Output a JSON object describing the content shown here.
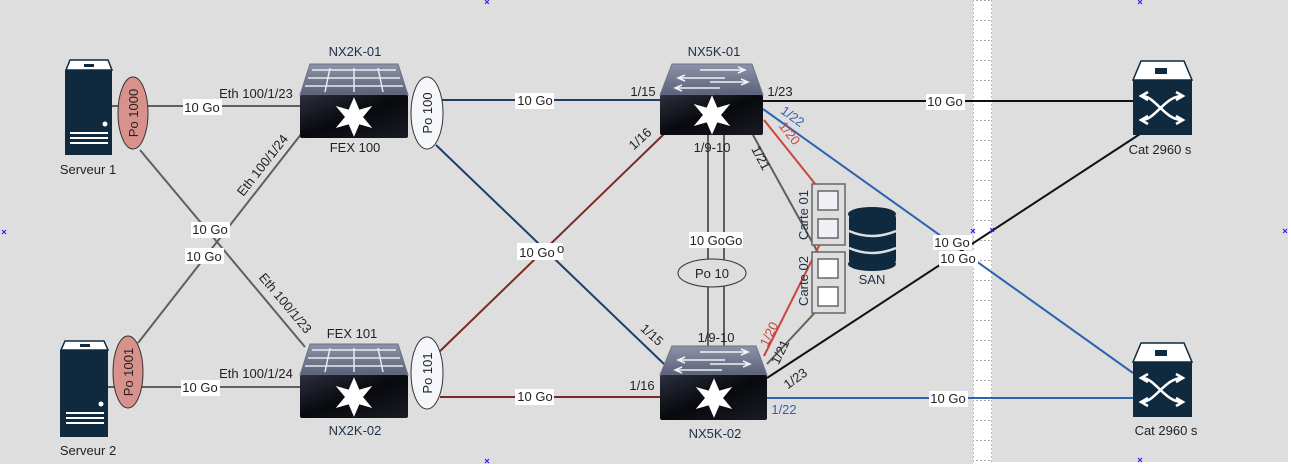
{
  "colors": {
    "page_bg": "#dedede",
    "gray_link": "#5f5f5f",
    "navy_link": "#1f3d6b",
    "darkred_link": "#7a2a22",
    "blue_link": "#2e63b0",
    "red_link": "#c8463a",
    "black_link": "#111111",
    "portchannel_server": "#d9928b",
    "device_dark": "#0f2a3f"
  },
  "devices": {
    "server1": {
      "label": "Serveur 1",
      "icon": "server-icon"
    },
    "server2": {
      "label": "Serveur 2",
      "icon": "server-icon"
    },
    "nx2k01": {
      "name": "NX2K-01",
      "fex": "FEX 100",
      "icon": "fabric-extender-icon"
    },
    "nx2k02": {
      "name": "NX2K-02",
      "fex": "FEX 101",
      "icon": "fabric-extender-icon"
    },
    "nx5k01": {
      "name": "NX5K-01",
      "icon": "nexus-switch-icon"
    },
    "nx5k02": {
      "name": "NX5K-02",
      "icon": "nexus-switch-icon"
    },
    "cat1": {
      "label": "Cat 2960 s",
      "icon": "catalyst-switch-icon"
    },
    "cat2": {
      "label": "Cat 2960 s",
      "icon": "catalyst-switch-icon"
    },
    "san": {
      "label": "SAN",
      "icon": "storage-icon"
    },
    "carte01": {
      "label": "Carte 01"
    },
    "carte02": {
      "label": "Carte 02"
    }
  },
  "port_channels": {
    "po1000": "Po 1000",
    "po1001": "Po 1001",
    "po100": "Po 100",
    "po101": "Po 101",
    "po10": "Po 10"
  },
  "labels": {
    "s1_nx2k01_speed": "10 Go",
    "s1_nx2k01_port": "Eth 100/1/23",
    "s1_nx2k02_speed": "10 Go",
    "s2_nx2k01_speed": "10 Go",
    "s2_nx2k01_port": "Eth 100/1/24",
    "s2_nx2k02_speed": "10 Go",
    "s2_nx2k02_port": "Eth 100/1/24",
    "s1_nx2k02_port": "Eth 100/1/23",
    "po100_nx5k01_speed": "10 Go",
    "cross_speed": "10 Go",
    "cross_speed_overlap": "o",
    "po101_nx5k02_speed": "10 Go",
    "nx5k01_p115": "1/15",
    "nx5k01_p116": "1/16",
    "nx5k02_p115": "1/15",
    "nx5k02_p116": "1/16",
    "nx5k01_p910": "1/9-10",
    "nx5k02_p910": "1/9-10",
    "po10_speed": "10 GoGo",
    "nx5k01_p123": "1/23",
    "nx5k01_p122": "1/22",
    "nx5k01_p120": "1/20",
    "nx5k01_p121": "1/21",
    "nx5k02_p120": "1/20",
    "nx5k02_p121": "1/21",
    "nx5k02_p123": "1/23",
    "nx5k02_p122": "1/22",
    "nx5k01_cat1_speed": "10 Go",
    "cross_right_speed_1": "10 Go",
    "cross_right_speed_2": "10 Go",
    "nx5k02_cat2_speed": "10 Go"
  }
}
